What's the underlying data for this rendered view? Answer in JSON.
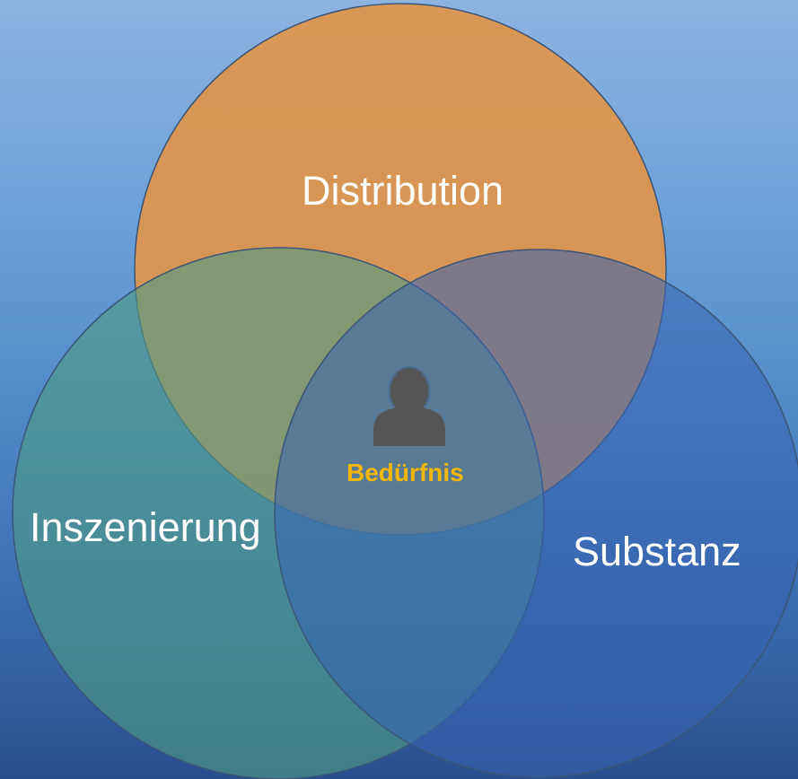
{
  "venn": {
    "sets": [
      {
        "key": "distribution",
        "label": "Distribution",
        "color": "#e0954a"
      },
      {
        "key": "inszenierung",
        "label": "Inszenierung",
        "color": "#4f9a86"
      },
      {
        "key": "substanz",
        "label": "Substanz",
        "color": "#3762b3"
      }
    ],
    "center": {
      "label": "Bedürfnis",
      "icon": "person-icon",
      "color": "#f2b705"
    }
  },
  "colors": {
    "circle_stroke": "#3b5577",
    "label_text": "#ffffff",
    "icon_fill": "#555555"
  }
}
